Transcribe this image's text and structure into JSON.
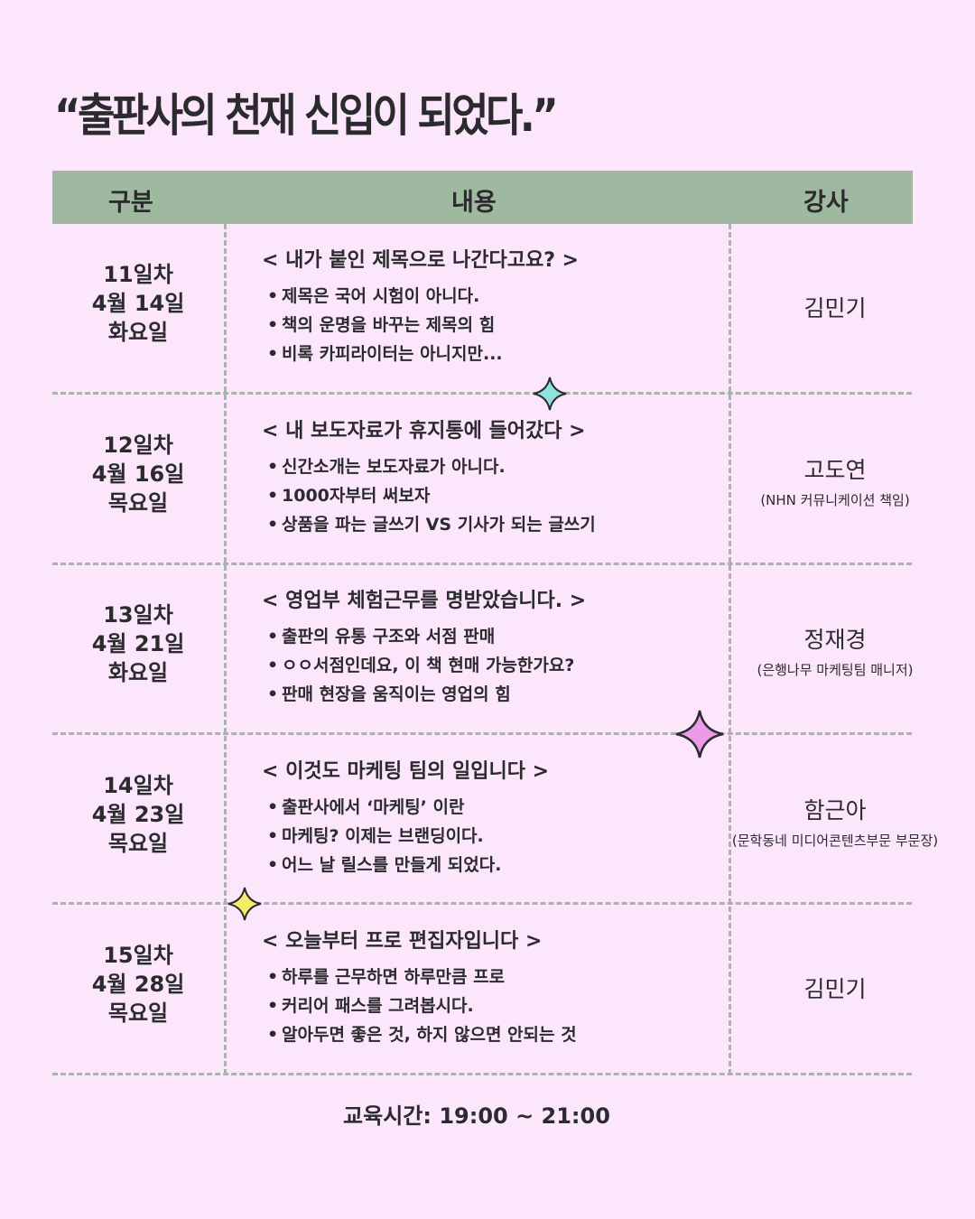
{
  "title": "“출판사의 천재 신입이 되었다.”",
  "header": {
    "col1": "구분",
    "col2": "내용",
    "col3": "강사"
  },
  "rows": [
    {
      "day": "11일차",
      "date": "4월 14일",
      "weekday": "화요일",
      "topic": "< 내가 붙인 제목으로 나간다고요? >",
      "bullets": [
        "제목은 국어 시험이 아니다.",
        "책의 운명을 바꾸는 제목의 힘",
        "비록 카피라이터는 아니지만..."
      ],
      "lecturer": "김민기",
      "affiliation": ""
    },
    {
      "day": "12일차",
      "date": "4월 16일",
      "weekday": "목요일",
      "topic": "< 내 보도자료가 휴지통에 들어갔다 >",
      "bullets": [
        "신간소개는 보도자료가 아니다.",
        "1000자부터 써보자",
        "상품을 파는 글쓰기 VS 기사가 되는 글쓰기"
      ],
      "lecturer": "고도연",
      "affiliation": "(NHN 커뮤니케이션 책임)"
    },
    {
      "day": "13일차",
      "date": "4월 21일",
      "weekday": "화요일",
      "topic": "< 영업부 체험근무를 명받았습니다. >",
      "bullets": [
        "출판의 유통 구조와 서점 판매",
        "ㅇㅇ서점인데요, 이 책 현매 가능한가요?",
        "판매 현장을 움직이는 영업의 힘"
      ],
      "lecturer": "정재경",
      "affiliation": "(은행나무 마케팅팀 매니저)"
    },
    {
      "day": "14일차",
      "date": "4월 23일",
      "weekday": "목요일",
      "topic": "< 이것도 마케팅 팀의 일입니다 >",
      "bullets": [
        "출판사에서 ‘마케팅’ 이란",
        "마케팅? 이제는 브랜딩이다.",
        "어느 날 릴스를 만들게 되었다."
      ],
      "lecturer": "함근아",
      "affiliation": "(문학동네 미디어콘텐츠부문 부문장)"
    },
    {
      "day": "15일차",
      "date": "4월 28일",
      "weekday": "목요일",
      "topic": "< 오늘부터 프로 편집자입니다 >",
      "bullets": [
        "하루를 근무하면 하루만큼 프로",
        "커리어 패스를 그려봅시다.",
        "알아두면 좋은 것, 하지 않으면 안되는 것"
      ],
      "lecturer": "김민기",
      "affiliation": ""
    }
  ],
  "footer": "교육시간: 19:00 ~ 21:00",
  "colors": {
    "background": "#fbe6fc",
    "header": "#9fb8a0",
    "divider": "#aab3aa",
    "star_cyan": "#8fe3dc",
    "star_pink": "#ec9bea",
    "star_yellow": "#f6ea6a"
  }
}
